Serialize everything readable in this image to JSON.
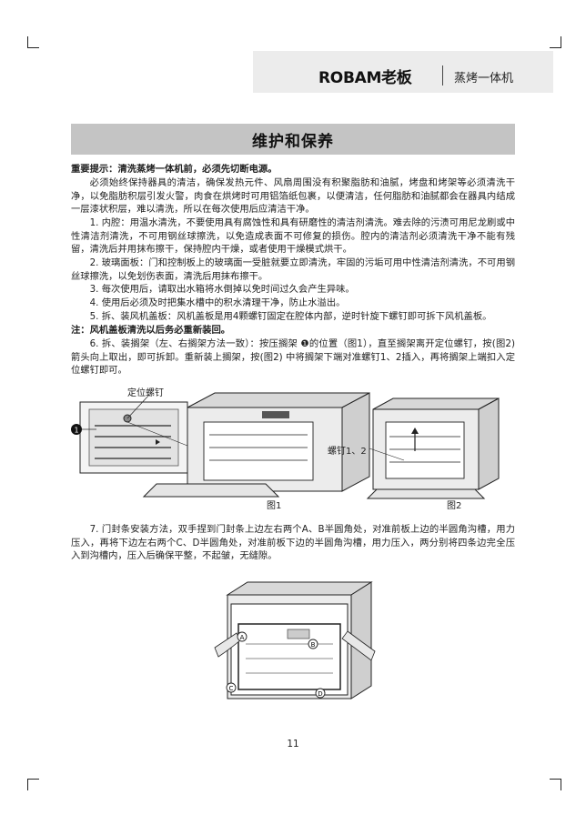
{
  "header": {
    "logo": "ROBAM老板",
    "product": "蒸烤一体机"
  },
  "section_title": "维护和保养",
  "paragraphs": {
    "p1": "重要提示：清洗蒸烤一体机前，必须先切断电源。",
    "p2": "必须始终保持器具的清洁，确保发热元件、风扇周围没有积聚脂肪和油腻，烤盘和烤架等必须清洗干净，以免脂肪积层引发火警，肉食在烘烤时可用铝箔纸包裹，以便清洁，任何脂肪和油腻都会在器具内结成一层漆状积层，难以清洗，所以在每次使用后应清洁干净。",
    "p3": "1. 内腔：用温水清洗，不要使用具有腐蚀性和具有研磨性的清洁剂清洗。难去除的污渍可用尼龙刷或中性清洁剂清洗，不可用钢丝球擦洗，以免造成表面不可修复的损伤。腔内的清洁剂必须清洗干净不能有残留，清洗后并用抹布擦干，保持腔内干燥，或者使用干燥模式烘干。",
    "p4": "2. 玻璃面板：门和控制板上的玻璃面一受脏就要立即清洗，牢固的污垢可用中性清洁剂清洗，不可用钢丝球擦洗，以免划伤表面，清洗后用抹布擦干。",
    "p5": "3. 每次使用后，请取出水箱将水倒掉以免时间过久会产生异味。",
    "p6": "4. 使用后必须及时把集水槽中的积水清理干净，防止水溢出。",
    "p7": "5. 拆、装风机盖板：风机盖板是用4颗螺钉固定在腔体内部，逆时针旋下螺钉即可拆下风机盖板。",
    "p8": "注：风机盖板清洗以后务必重新装回。",
    "p9": "6. 拆、装搁架（左、右搁架方法一致）：按压搁架 ❶的位置（图1），直至搁架离开定位螺钉，按(图2)箭头向上取出，即可拆卸。重新装上搁架，按(图2) 中将搁架下端对准螺钉1、2插入，再将搁架上端扣入定位螺钉即可。",
    "p10": "7. 门封条安装方法，双手捏到门封条上边左右两个A、B半圆角处，对准前板上边的半圆角沟槽，用力压入，再将下边左右两个C、D半圆角处，对准前板下边的半圆角沟槽，用力压入，两分别将四条边完全压入到沟槽内，压入后确保平整，不起皱，无缝隙。"
  },
  "figures": {
    "fig1_callout": "定位螺钉",
    "fig1_marker": "1",
    "fig1_caption": "图1",
    "fig2_callout": "螺钉1、2",
    "fig2_caption": "图2",
    "fig3_labels": [
      "A",
      "B",
      "C",
      "D"
    ]
  },
  "page_number": "11"
}
